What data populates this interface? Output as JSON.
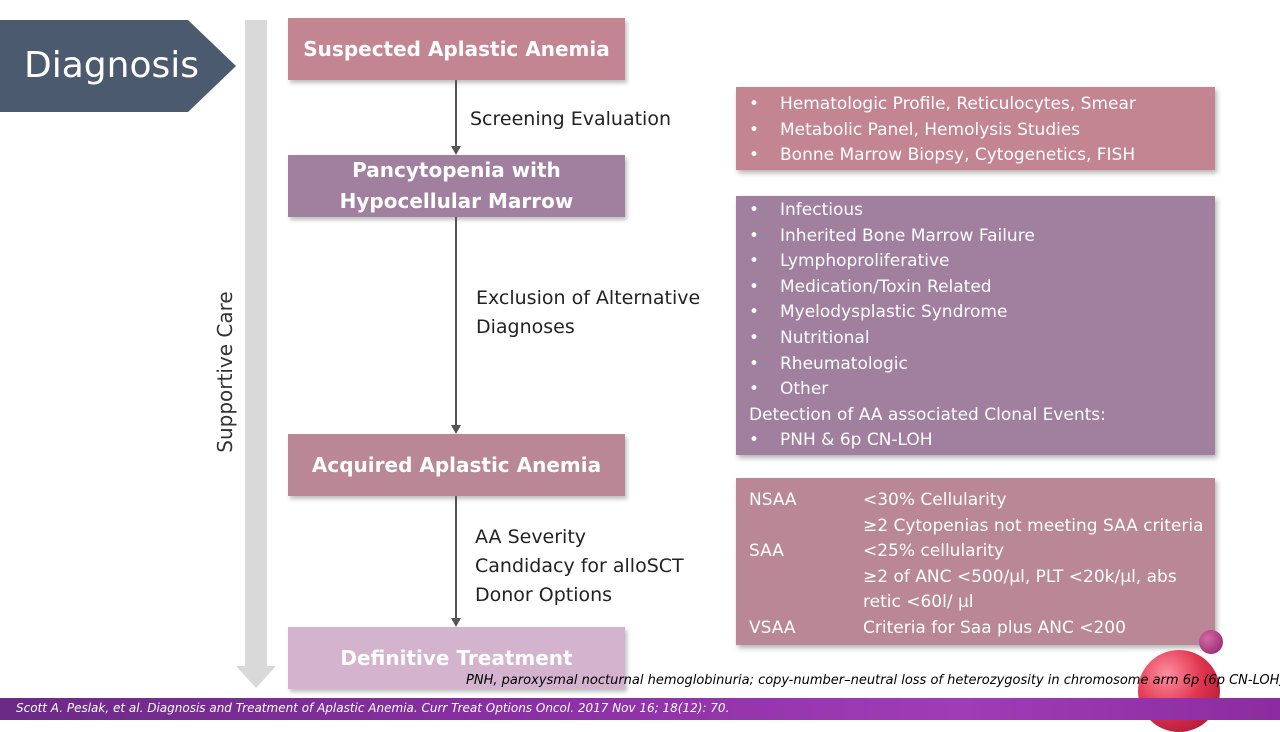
{
  "header": {
    "title": "Diagnosis"
  },
  "side": {
    "label": "Supportive Care"
  },
  "flow": {
    "box1": "Suspected Aplastic Anemia",
    "box2_line1": "Pancytopenia with",
    "box2_line2": "Hypocellular Marrow",
    "box3": "Acquired Aplastic Anemia",
    "box4": "Definitive Treatment",
    "step1": "Screening Evaluation",
    "step2_line1": "Exclusion of Alternative",
    "step2_line2": "Diagnoses",
    "step3_line1": "AA Severity",
    "step3_line2": "Candidacy for alloSCT",
    "step3_line3": "Donor Options"
  },
  "screening": [
    "Hematologic Profile, Reticulocytes, Smear",
    "Metabolic Panel, Hemolysis Studies",
    "Bonne Marrow Biopsy, Cytogenetics, FISH"
  ],
  "exclusion": {
    "items": [
      "Infectious",
      "Inherited Bone Marrow Failure",
      "Lymphoproliferative",
      "Medication/Toxin Related",
      "Myelodysplastic Syndrome",
      "Nutritional",
      "Rheumatologic",
      "Other"
    ],
    "detection_heading": "Detection of AA associated Clonal Events:",
    "detection_item": "PNH & 6p CN-LOH"
  },
  "severity": {
    "nsaa_key": "NSAA",
    "nsaa_v1": "<30% Cellularity",
    "nsaa_v2": "≥2 Cytopenias not meeting SAA criteria",
    "saa_key": "SAA",
    "saa_v1": "<25% cellularity",
    "saa_v2": "≥2 of ANC <500/µl, PLT <20k/µl, abs retic <60l/ µl",
    "vsaa_key": "VSAA",
    "vsaa_v1": "Criteria for Saa plus ANC <200"
  },
  "footnote": "PNH, paroxysmal nocturnal hemoglobinuria; copy-number–neutral loss of heterozygosity in chromosome arm 6p (6p CN-LOH)",
  "citation": "Scott A. Peslak, et al. Diagnosis and Treatment of Aplastic Anemia. Curr Treat Options Oncol. 2017 Nov 16; 18(12): 70."
}
